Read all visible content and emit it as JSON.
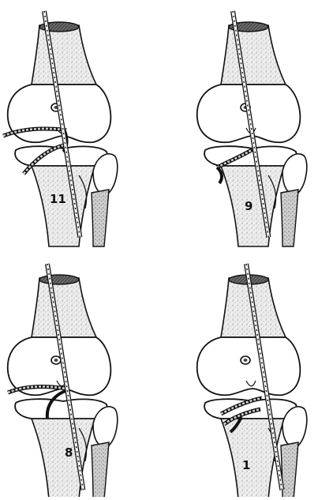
{
  "panels": [
    {
      "label": "11"
    },
    {
      "label": "9"
    },
    {
      "label": "8"
    },
    {
      "label": "1"
    }
  ]
}
